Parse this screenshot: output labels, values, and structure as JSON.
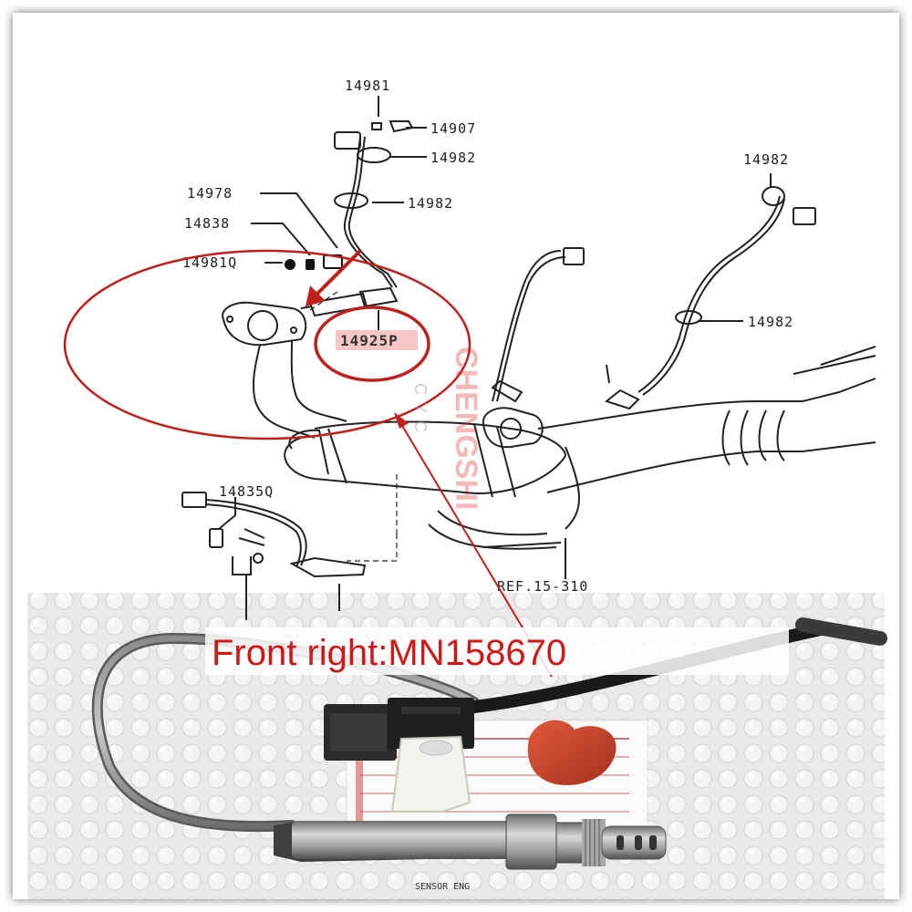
{
  "diagram": {
    "part_numbers": {
      "p14981_top": "14981",
      "p14907": "14907",
      "p14982_a": "14982",
      "p14982_b": "14982",
      "p14982_c": "14982",
      "p14982_d": "14982",
      "p14978": "14978",
      "p14838": "14838",
      "p14981q": "14981Q",
      "p14925p": "14925P",
      "p14835q": "14835Q",
      "ref": "REF.15-310"
    }
  },
  "caption": "Front right:MN158670",
  "watermark": {
    "brand": "CHENGSHI",
    "sub": "CYC"
  },
  "photo": {
    "sensor_label": "SENSOR ENG"
  },
  "colors": {
    "highlight_red": "#c0201c",
    "caption_red": "#d01818",
    "line_art": "#222222"
  }
}
